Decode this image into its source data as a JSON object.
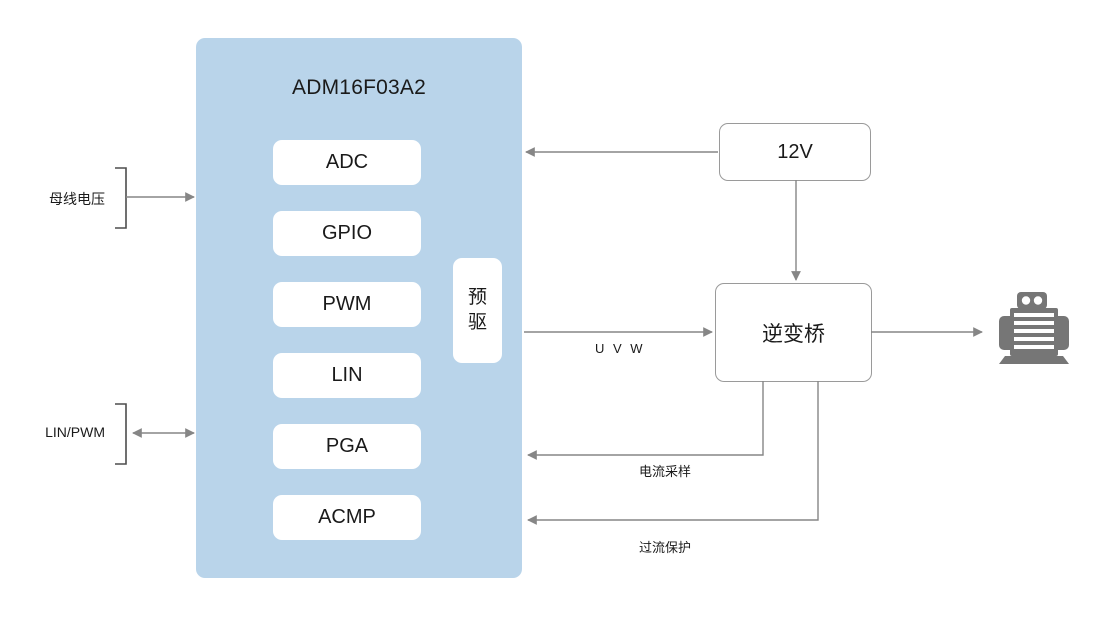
{
  "diagram": {
    "title": "ADM16F03A2 motor control block diagram",
    "colors": {
      "mcu_fill": "#b9d4ea",
      "block_fill": "#ffffff",
      "wire": "#868686",
      "border": "#9a9a9a",
      "text": "#1a1a1a",
      "motor_icon": "#767676"
    }
  },
  "mcu": {
    "title": "ADM16F03A2",
    "peripherals": [
      {
        "label": "ADC"
      },
      {
        "label": "GPIO"
      },
      {
        "label": "PWM"
      },
      {
        "label": "LIN"
      },
      {
        "label": "PGA"
      },
      {
        "label": "ACMP"
      }
    ],
    "predriver": {
      "line1": "预",
      "line2": "驱"
    }
  },
  "inputs": [
    {
      "label": "母线电压",
      "direction": "in"
    },
    {
      "label": "LIN/PWM",
      "direction": "bidirectional"
    }
  ],
  "power": {
    "supply_label": "12V"
  },
  "power_stage": {
    "label": "逆变桥"
  },
  "load": {
    "icon": "motor-icon"
  },
  "connections": [
    {
      "label": "U V W",
      "from": "predriver",
      "to": "逆变桥",
      "direction": "out"
    },
    {
      "label": "电流采样",
      "from": "逆变桥",
      "to": "mcu",
      "direction": "in"
    },
    {
      "label": "过流保护",
      "from": "逆变桥",
      "to": "mcu",
      "direction": "in"
    }
  ]
}
